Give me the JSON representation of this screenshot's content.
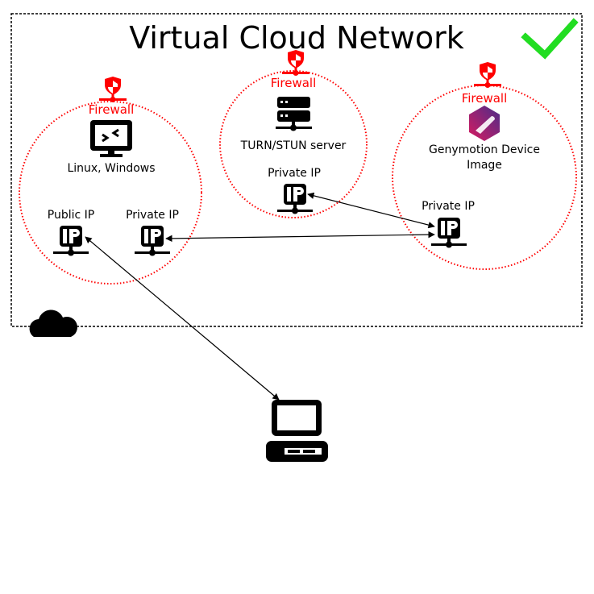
{
  "title": "Virtual Cloud Network",
  "colors": {
    "firewall": "#ff0000",
    "check": "#22dd22",
    "ink": "#000000",
    "genymotion_a": "#c2185b",
    "genymotion_b": "#5e35b1"
  },
  "icons": {
    "check": "checkmark-icon",
    "cloud": "cloud-icon",
    "firewall": "shield-network-icon",
    "remote_desktop": "remote-desktop-monitor-icon",
    "server": "server-icon",
    "ip": "ip-address-icon",
    "genymotion": "genymotion-logo-icon",
    "client": "desktop-computer-icon"
  },
  "zones": [
    {
      "id": "vm",
      "firewall_label": "Firewall",
      "node_label": "Linux, Windows",
      "ips": [
        {
          "label": "Public IP"
        },
        {
          "label": "Private IP"
        }
      ]
    },
    {
      "id": "turn",
      "firewall_label": "Firewall",
      "node_label": "TURN/STUN server",
      "ips": [
        {
          "label": "Private IP"
        }
      ]
    },
    {
      "id": "genymotion",
      "firewall_label": "Firewall",
      "node_label_line1": "Genymotion Device",
      "node_label_line2": "Image",
      "ips": [
        {
          "label": "Private IP"
        }
      ]
    }
  ],
  "connections": [
    {
      "from": "client",
      "to": "vm.public_ip",
      "type": "bidirectional"
    },
    {
      "from": "vm.private_ip",
      "to": "genymotion.private_ip",
      "type": "bidirectional"
    },
    {
      "from": "turn.private_ip",
      "to": "genymotion.private_ip",
      "type": "bidirectional"
    }
  ]
}
